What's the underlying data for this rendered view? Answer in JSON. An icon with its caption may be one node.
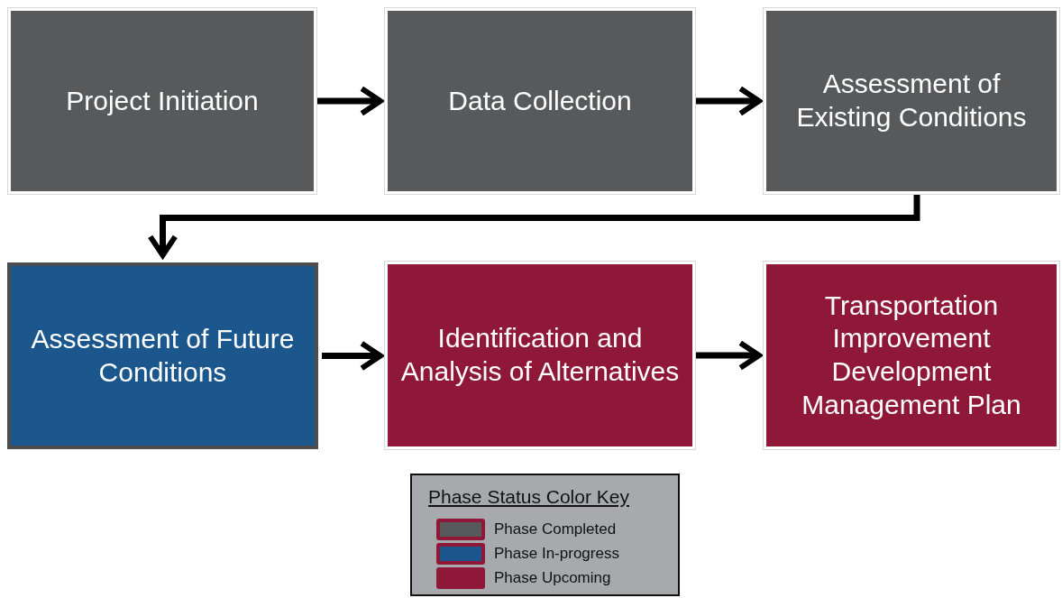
{
  "diagram": {
    "nodes": [
      {
        "text": [
          "Project Initiation"
        ]
      },
      {
        "text": [
          "Data Collection"
        ]
      },
      {
        "text": [
          "Assessment of Existing Conditions"
        ]
      },
      {
        "text": [
          "Assessment of Future Conditions"
        ]
      },
      {
        "text": [
          "Identification and Analysis of Alternatives"
        ]
      },
      {
        "text": [
          "Transportation Improvement Development Management Plan"
        ]
      }
    ],
    "edges": [
      {
        "from": 0,
        "to": 1,
        "arrow": "to"
      },
      {
        "from": 1,
        "to": 2,
        "arrow": "to"
      },
      {
        "from": 2,
        "to": 3,
        "arrow": "to"
      },
      {
        "from": 3,
        "to": 4,
        "arrow": "to"
      },
      {
        "from": 4,
        "to": 5,
        "arrow": "to"
      }
    ],
    "labels": [
      "Phase Status Color Key"
    ],
    "legend": [
      {
        "text": "Phase Completed",
        "color": "#58595b"
      },
      {
        "text": "Phase In-progress",
        "color": "#1b578c"
      },
      {
        "text": "Phase Upcoming",
        "color": "#8f1838"
      }
    ]
  }
}
